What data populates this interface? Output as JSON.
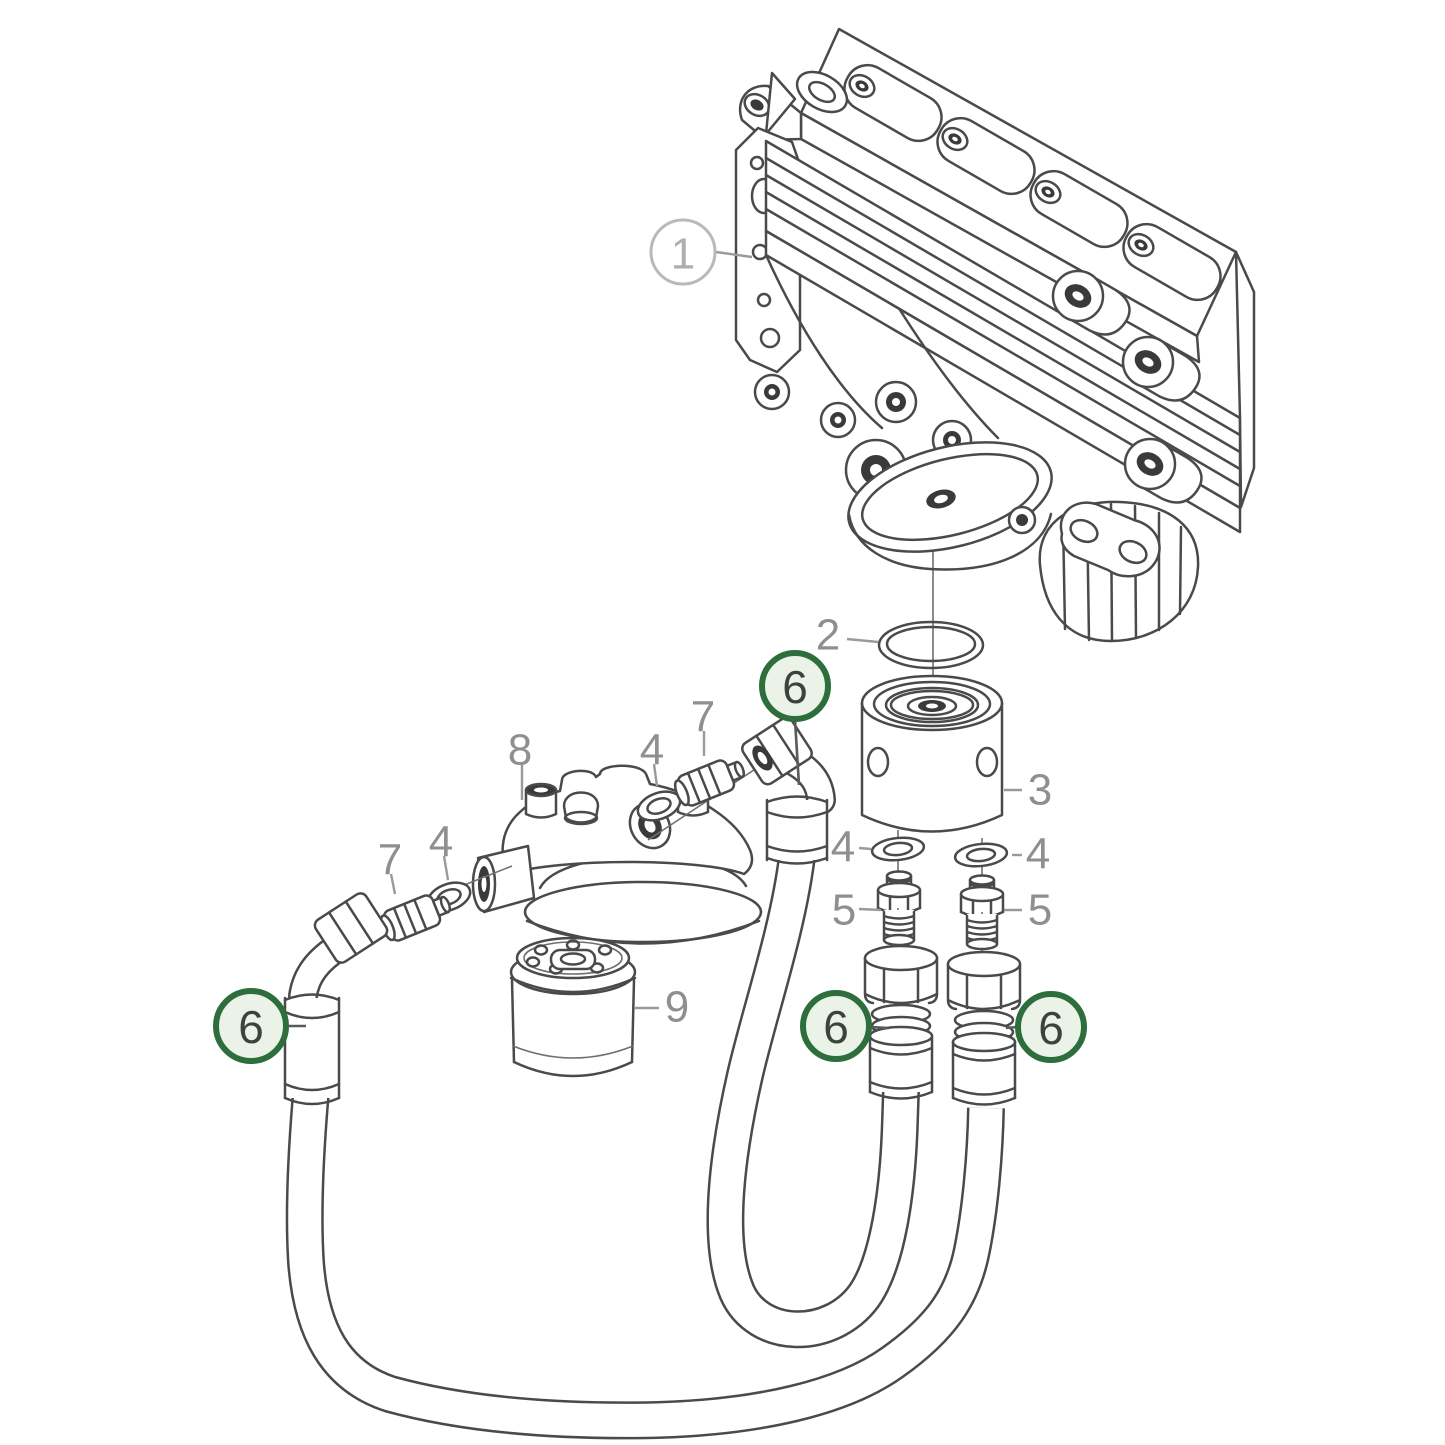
{
  "diagram": {
    "labels": {
      "part1": "1",
      "part2": "2",
      "part3": "3",
      "part4": "4",
      "part5": "5",
      "part6": "6",
      "part7": "7",
      "part8": "8",
      "part9": "9"
    },
    "callouts": [
      {
        "part": "1",
        "style": "gray-circle",
        "points_to": "oil-cooler-assembly"
      },
      {
        "part": "2",
        "style": "plain",
        "points_to": "o-ring"
      },
      {
        "part": "3",
        "style": "plain",
        "points_to": "adapter-cylinder"
      },
      {
        "part": "4",
        "style": "plain",
        "points_to": "washer-top-chain"
      },
      {
        "part": "4",
        "style": "plain",
        "points_to": "washer-left-chain"
      },
      {
        "part": "4",
        "style": "plain",
        "points_to": "washer-below-adapter-left"
      },
      {
        "part": "4",
        "style": "plain",
        "points_to": "washer-below-adapter-right"
      },
      {
        "part": "5",
        "style": "plain",
        "points_to": "nipple-left"
      },
      {
        "part": "5",
        "style": "plain",
        "points_to": "nipple-right"
      },
      {
        "part": "6",
        "style": "green-circle",
        "points_to": "hose-elbow-top"
      },
      {
        "part": "6",
        "style": "green-circle",
        "points_to": "hose-left-end"
      },
      {
        "part": "6",
        "style": "green-circle",
        "points_to": "hose-fitting-middle"
      },
      {
        "part": "6",
        "style": "green-circle",
        "points_to": "hose-fitting-right"
      },
      {
        "part": "7",
        "style": "plain",
        "points_to": "fitting-left"
      },
      {
        "part": "7",
        "style": "plain",
        "points_to": "fitting-top"
      },
      {
        "part": "8",
        "style": "plain",
        "points_to": "filter-housing"
      },
      {
        "part": "9",
        "style": "plain",
        "points_to": "filter-element"
      }
    ],
    "colors": {
      "background": "#ffffff",
      "line": "#4a4a4a",
      "label": "#8f8f8f",
      "gray_ring": "#b9b9b9",
      "highlight_ring": "#2e6e3c",
      "highlight_fill": "#ebf2e7",
      "highlight_text": "#3a453a"
    }
  }
}
